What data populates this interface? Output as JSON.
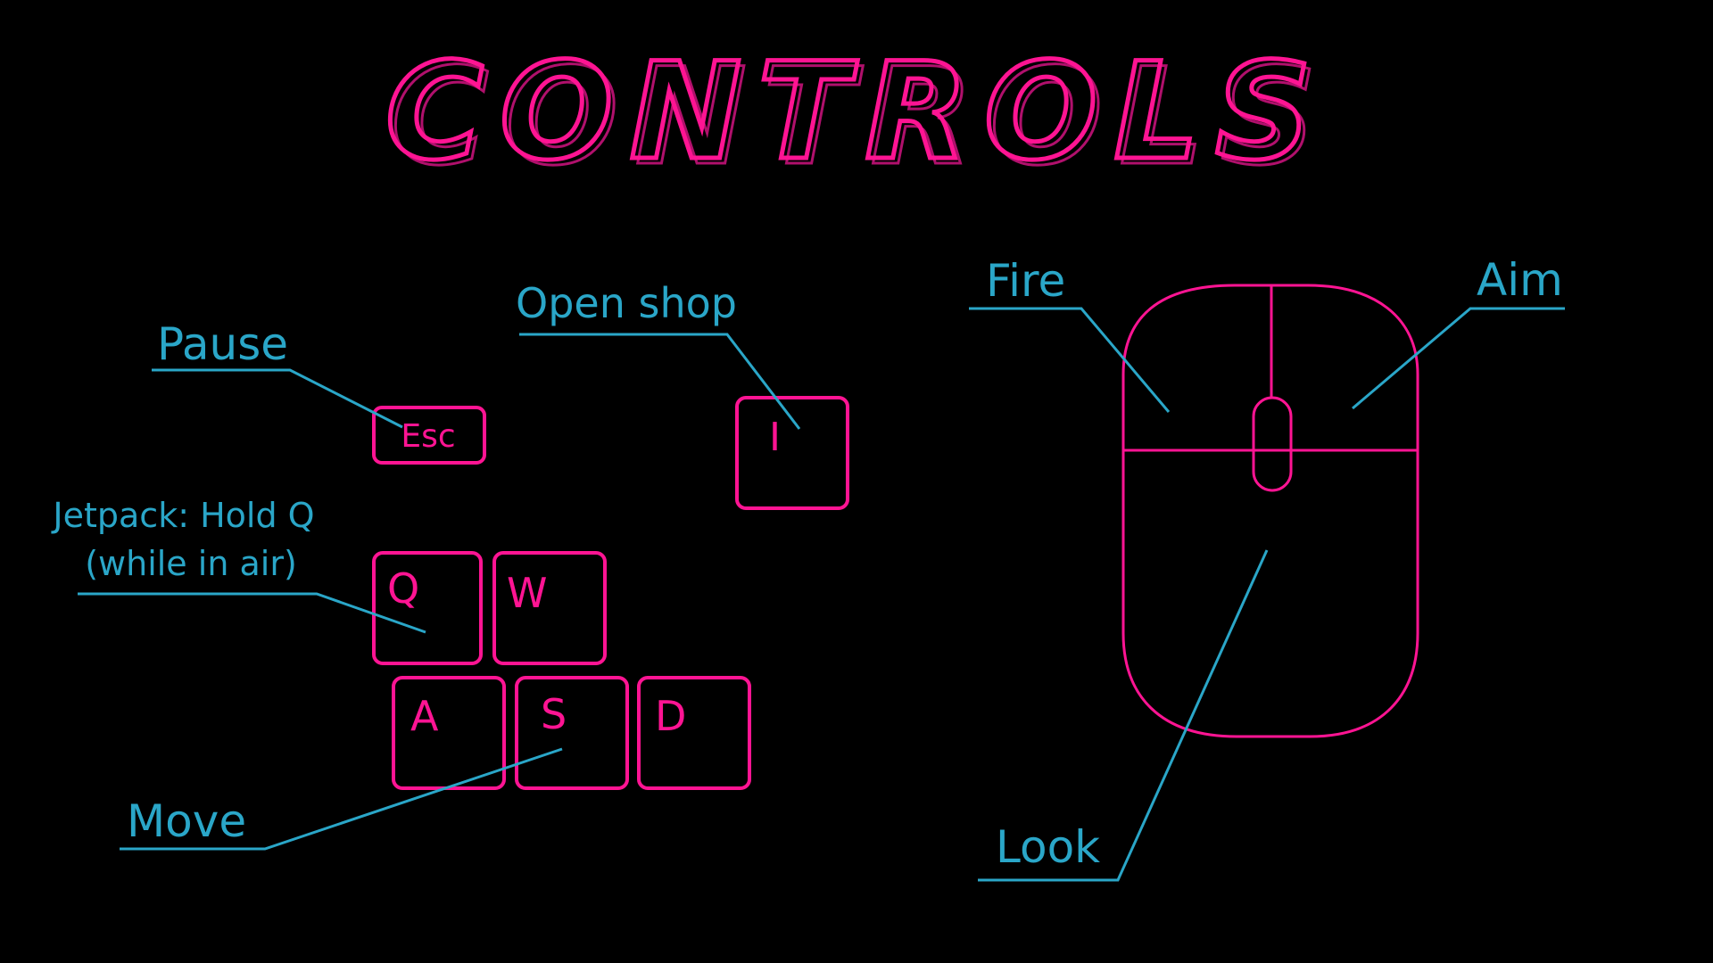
{
  "title": "CONTROLS",
  "colors": {
    "background": "#000000",
    "accent_pink": "#ff1493",
    "label_cyan": "#2aa6c8"
  },
  "keyboard": {
    "keys": {
      "esc": "Esc",
      "i": "I",
      "q": "Q",
      "w": "W",
      "a": "A",
      "s": "S",
      "d": "D"
    },
    "labels": {
      "pause": "Pause",
      "open_shop": "Open shop",
      "jetpack_line1": "Jetpack: Hold Q",
      "jetpack_line2": "(while in air)",
      "move": "Move"
    }
  },
  "mouse": {
    "icon": "mouse-icon",
    "labels": {
      "fire": "Fire",
      "aim": "Aim",
      "look": "Look"
    }
  }
}
